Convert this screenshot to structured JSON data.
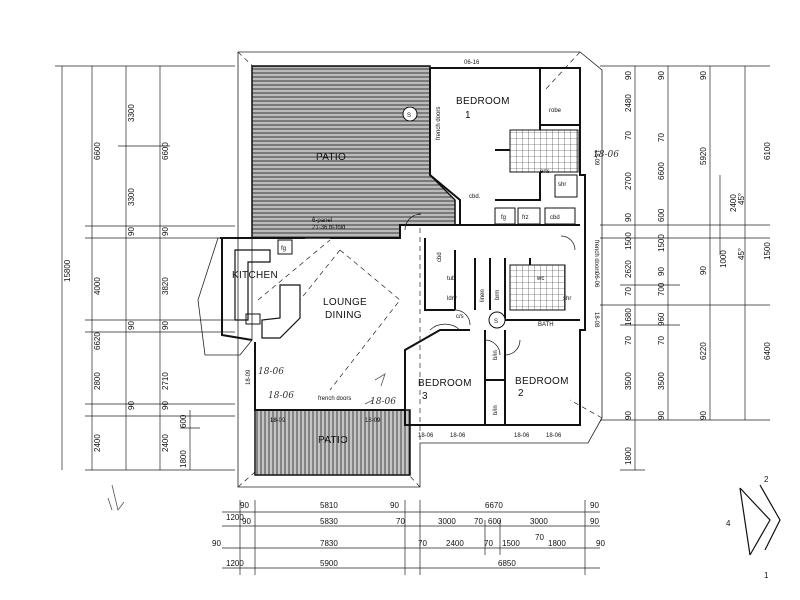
{
  "rooms": {
    "bedroom1": "BEDROOM",
    "bedroom1_num": "1",
    "patio_top": "PATIO",
    "kitchen": "KITCHEN",
    "lounge": "LOUNGE",
    "dining": "DINING",
    "bedroom3": "BEDROOM",
    "bedroom3_num": "3",
    "bedroom2": "BEDROOM",
    "bedroom2_num": "2",
    "patio_bottom": "PATIO"
  },
  "labels": {
    "french_doors_bed1": "french doors",
    "robe": "robe",
    "shr_ens": "shr",
    "ens": "ens",
    "cbd_hall": "cbd.",
    "fg1": "fg",
    "frz": "frz",
    "cbd2": "cbd",
    "panel1": "6-panel",
    "panel2": "21-36 bi-fold",
    "fg_kitchen": "fg",
    "cbd_k": "cbd",
    "tub": "tub",
    "ldry": "ldry",
    "linen": "linen",
    "brm": "brm",
    "wc": "wc",
    "shr_bath": "shr",
    "bath": "BATH",
    "french_doors_right": "french doors",
    "cs": "c/s",
    "bin3": "b/in",
    "bin2": "b/in",
    "french_doors_bottom": "french doors",
    "window_0616": "06-16",
    "s_symbol": "S"
  },
  "window_marks": {
    "w1809_right": "18-09",
    "w0606_right": "06-06",
    "w1808_right": "18-08",
    "w1809_left": "18-09",
    "w1809_patio1": "18-09",
    "w1809_patio2": "18-09",
    "w1806_b3a": "18-06",
    "w1806_b3b": "18-06",
    "w1806_b2a": "18-06",
    "w1806_b2b": "18-06",
    "hand1": "18-06",
    "hand2": "18-06",
    "hand3": "18-06",
    "hand4": "18-06"
  },
  "dims_left": {
    "total": "15800",
    "c1_a": "6600",
    "c1_b": "4000",
    "c1_c": "6620",
    "c1_d": "2800",
    "c1_e": "2400",
    "c2_a": "3300",
    "c2_b": "3300",
    "c2_c": "90",
    "c2_d": "90",
    "c2_e": "90",
    "c3_a": "6600",
    "c3_b": "90",
    "c3_c": "3820",
    "c3_d": "90",
    "c3_e": "2710",
    "c3_f": "90",
    "c3_g": "2400",
    "c4_a": "600",
    "c4_b": "1800"
  },
  "dims_right": {
    "c1_a": "90",
    "c1_b": "2480",
    "c1_c": "70",
    "c1_d": "2700",
    "c1_e": "90",
    "c1_f": "1500",
    "c1_g": "2620",
    "c1_h": "70",
    "c1_i": "1680",
    "c1_j": "70",
    "c1_k": "3500",
    "c1_l": "90",
    "c1_m": "1800",
    "c2_a": "90",
    "c2_b": "70",
    "c2_c": "6600",
    "c2_d": "600",
    "c2_e": "1500",
    "c2_f": "90",
    "c2_g": "700",
    "c2_h": "960",
    "c2_i": "70",
    "c2_j": "3500",
    "c2_k": "90",
    "c3_a": "90",
    "c3_b": "5920",
    "c3_c": "2400",
    "c3_d": "1000",
    "c3_e": "90",
    "c3_f": "6220",
    "c3_g": "90",
    "c4_a": "6100",
    "c4_b": "1500",
    "c4_c": "6400",
    "ang1": "45°",
    "ang2": "45°"
  },
  "dims_bottom": {
    "r1_a": "90",
    "r1_b": "5810",
    "r1_c": "90",
    "r1_d": "6670",
    "r1_e": "90",
    "r2_a": "1200",
    "r2_b": "90",
    "r2_c": "5830",
    "r2_d": "70",
    "r2_e": "3000",
    "r2_f": "70",
    "r2_g": "600",
    "r2_h": "3000",
    "r2_i": "90",
    "r3_a": "90",
    "r3_b": "7830",
    "r3_c": "70",
    "r3_d": "2400",
    "r3_e": "70",
    "r3_f": "1500",
    "r3_g": "70",
    "r3_h": "1800",
    "r3_i": "90",
    "r4_a": "1200",
    "r4_b": "5900",
    "r4_c": "6850"
  },
  "compass": {
    "n1": "1",
    "n2": "2",
    "n4": "4"
  }
}
